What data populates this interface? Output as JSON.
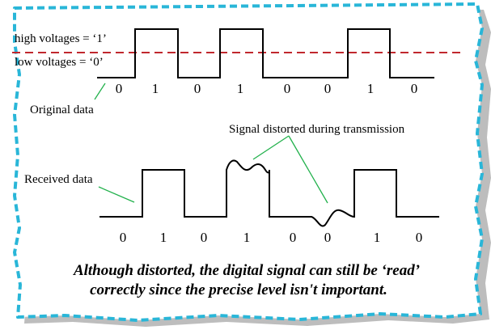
{
  "labels": {
    "high_voltages": "high voltages = ‘1’",
    "low_voltages": "low voltages = ‘0’",
    "original_data": "Original data",
    "signal_distorted": "Signal distorted during transmission",
    "received_data": "Received data"
  },
  "original_bits": [
    "0",
    "1",
    "0",
    "1",
    "0",
    "0",
    "1",
    "0"
  ],
  "received_bits": [
    "0",
    "1",
    "0",
    "1",
    "0",
    "0",
    "1",
    "0"
  ],
  "caption": {
    "line1": "Although distorted, the digital signal can still be ‘read’",
    "line2": "correctly since the precise level isn't important."
  },
  "colors": {
    "border": "#29b6d8",
    "shadow": "#bdbdbd",
    "threshold": "#c0282e",
    "pointer": "#22b14c",
    "signal": "#000000"
  }
}
